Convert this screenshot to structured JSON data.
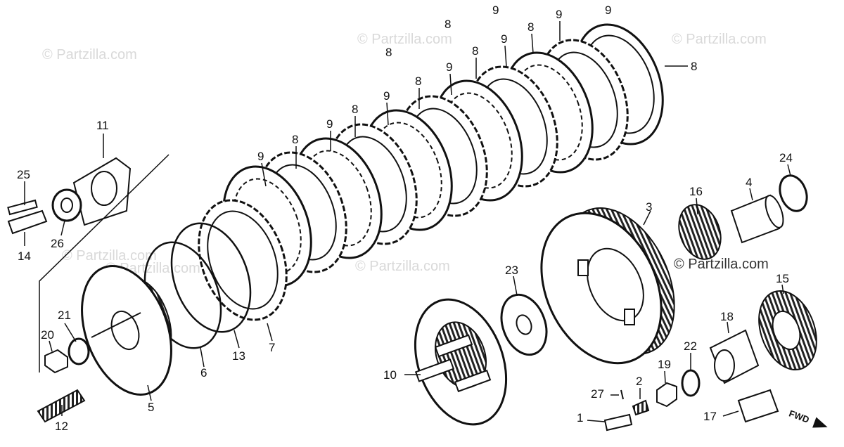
{
  "watermarks": [
    "© Partzilla.com",
    "© Partzilla.com",
    "© Partzilla.com",
    "© Partzilla.com",
    "© Partzilla.com",
    "© Partzilla.com",
    "© Partzilla.com"
  ],
  "direction_label": "FWD",
  "callouts": [
    "1",
    "2",
    "3",
    "4",
    "5",
    "6",
    "7",
    "8",
    "8",
    "8",
    "8",
    "8",
    "8",
    "8",
    "8",
    "9",
    "9",
    "9",
    "9",
    "9",
    "9",
    "9",
    "9",
    "10",
    "11",
    "12",
    "13",
    "14",
    "15",
    "16",
    "17",
    "18",
    "19",
    "20",
    "21",
    "22",
    "23",
    "24",
    "25",
    "26",
    "27"
  ],
  "colors": {
    "ink": "#111111",
    "paper": "#ffffff",
    "watermark": "#d9d9d9"
  }
}
